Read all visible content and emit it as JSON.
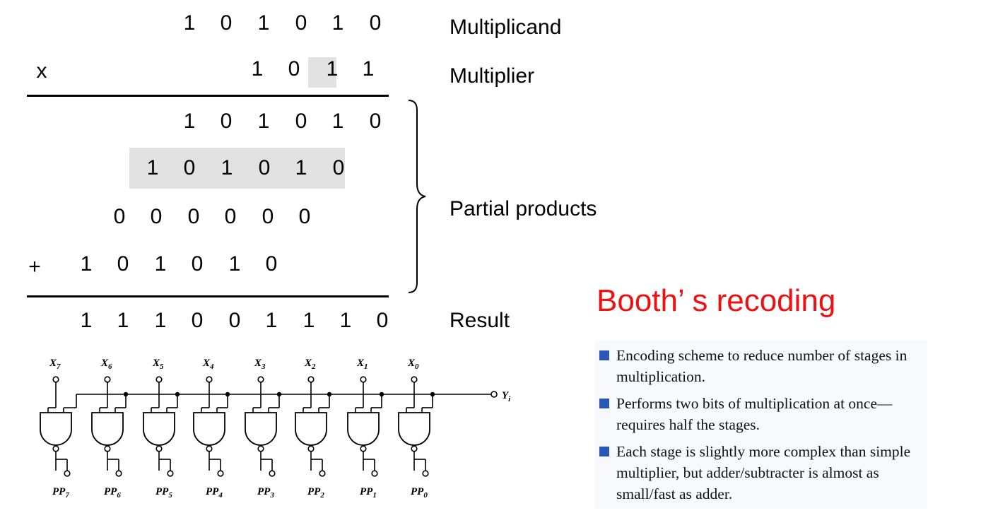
{
  "multiplication": {
    "multiplicand_bits": [
      "1",
      "0",
      "1",
      "0",
      "1",
      "0"
    ],
    "multiplier_sign": "x",
    "multiplier_bits": [
      "1",
      "0",
      "1",
      "1"
    ],
    "partial_products": [
      {
        "sign": "",
        "bits": [
          "1",
          "0",
          "1",
          "0",
          "1",
          "0"
        ]
      },
      {
        "sign": "",
        "bits": [
          "1",
          "0",
          "1",
          "0",
          "1",
          "0"
        ]
      },
      {
        "sign": "",
        "bits": [
          "0",
          "0",
          "0",
          "0",
          "0",
          "0"
        ]
      },
      {
        "sign": "+",
        "bits": [
          "1",
          "0",
          "1",
          "0",
          "1",
          "0"
        ]
      }
    ],
    "result_bits": [
      "1",
      "1",
      "1",
      "0",
      "0",
      "1",
      "1",
      "1",
      "0"
    ],
    "labels": {
      "multiplicand": "Multiplicand",
      "multiplier": "Multiplier",
      "partial_products": "Partial products",
      "result": "Result"
    },
    "highlight_color": "#e2e2e2"
  },
  "booth": {
    "title": "Booth’ s recoding",
    "title_color": "#ee1111",
    "bullet_color": "#2a57b4",
    "bullets": [
      "Encoding scheme to reduce number of stages in multiplication.",
      "Performs two bits of multiplication at once—requires half the stages.",
      "Each stage is slightly more complex than simple multiplier, but adder/subtracter is almost as small/fast as adder."
    ]
  },
  "gate_diagram": {
    "inputs": [
      "X",
      "X",
      "X",
      "X",
      "X",
      "X",
      "X",
      "X"
    ],
    "input_subscripts": [
      "7",
      "6",
      "5",
      "4",
      "3",
      "2",
      "1",
      "0"
    ],
    "outputs": [
      "PP",
      "PP",
      "PP",
      "PP",
      "PP",
      "PP",
      "PP",
      "PP"
    ],
    "output_subscripts": [
      "7",
      "6",
      "5",
      "4",
      "3",
      "2",
      "1",
      "0"
    ],
    "line_label": "Y",
    "line_label_sub": "i"
  }
}
